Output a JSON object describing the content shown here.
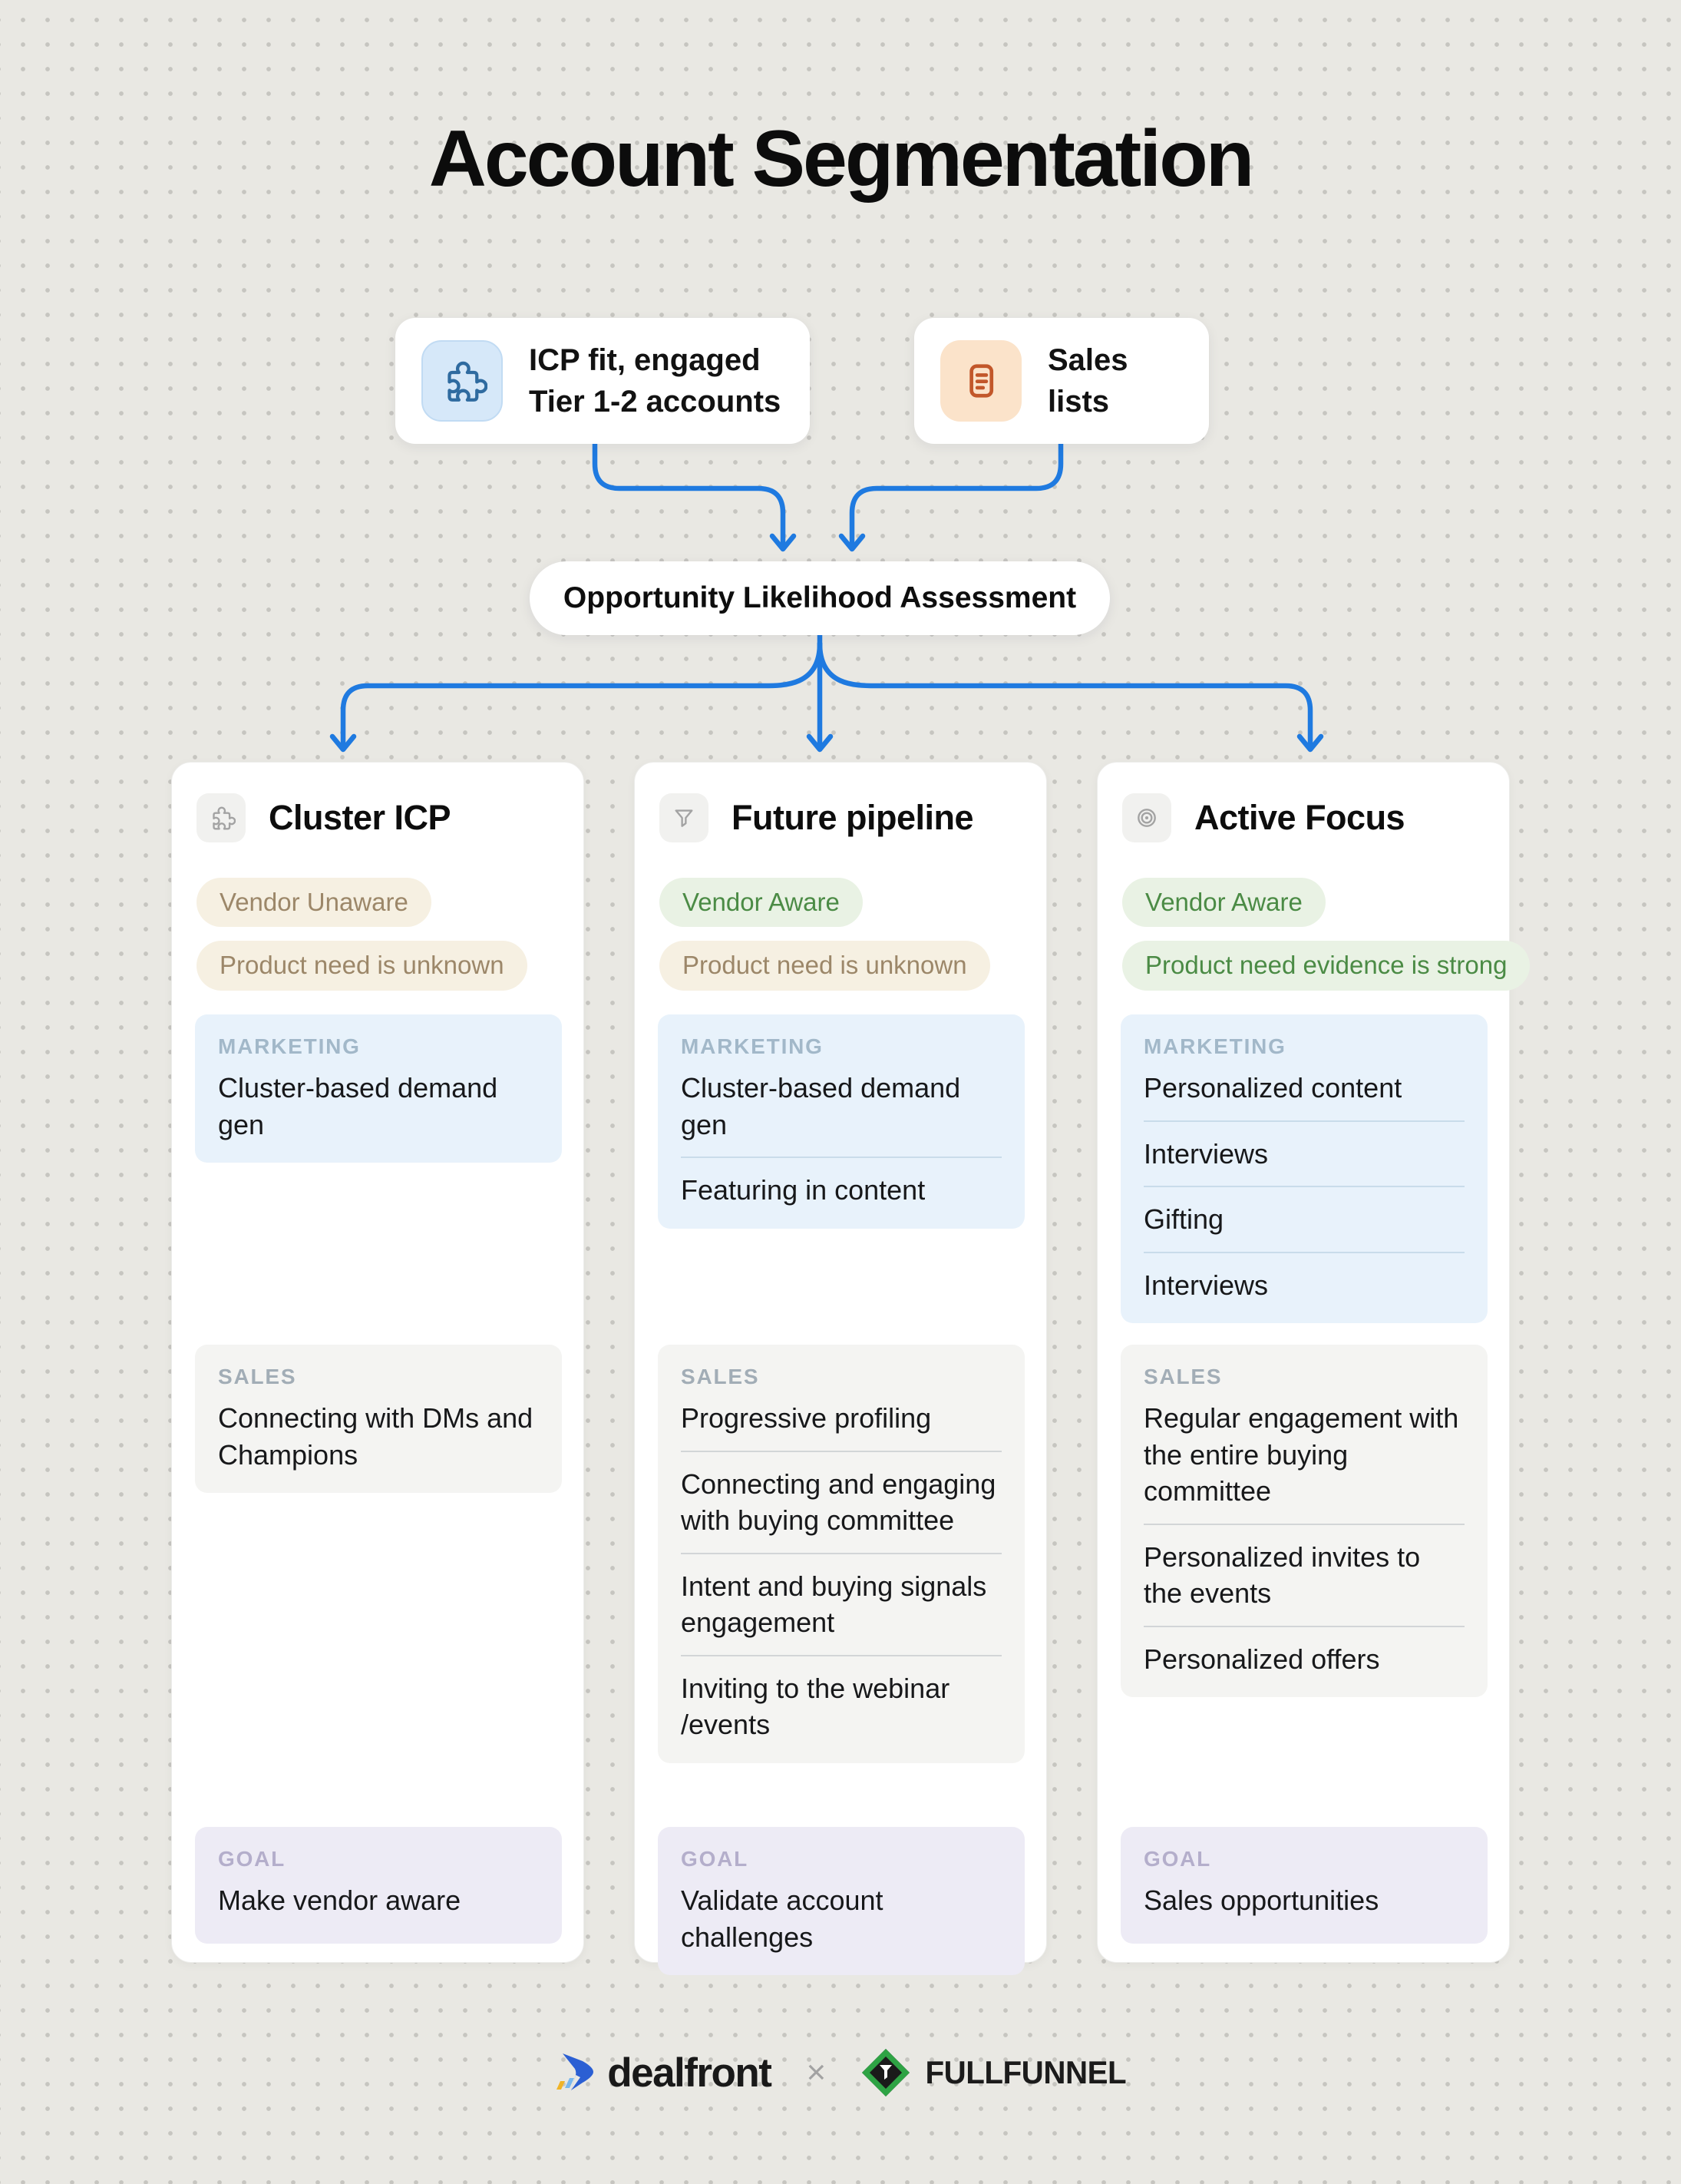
{
  "title": "Account Segmentation",
  "sources": {
    "icp": {
      "line1": "ICP fit, engaged",
      "line2": "Tier 1-2 accounts"
    },
    "sales_lists": {
      "label": "Sales lists"
    }
  },
  "assessment_label": "Opportunity Likelihood Assessment",
  "section_labels": {
    "marketing": "MARKETING",
    "sales": "SALES",
    "goal": "GOAL"
  },
  "columns": [
    {
      "title": "Cluster ICP",
      "icon": "puzzle-icon",
      "badges": [
        "Vendor Unaware",
        "Product need is unknown"
      ],
      "marketing_items": [
        "Cluster-based demand gen"
      ],
      "sales_items": [
        "Connecting with DMs and Champions"
      ],
      "goal": "Make vendor aware"
    },
    {
      "title": "Future pipeline",
      "icon": "funnel-icon",
      "badges": [
        "Vendor Aware",
        "Product need is unknown"
      ],
      "marketing_items": [
        "Cluster-based demand gen",
        "Featuring in content"
      ],
      "sales_items": [
        "Progressive profiling",
        "Connecting and engaging with buying committee",
        "Intent and buying signals engagement",
        "Inviting to the webinar /events"
      ],
      "goal": "Validate account challenges"
    },
    {
      "title": "Active Focus",
      "icon": "target-icon",
      "badges": [
        "Vendor Aware",
        "Product need evidence is strong"
      ],
      "marketing_items": [
        "Personalized content",
        "Interviews",
        "Gifting",
        "Interviews"
      ],
      "sales_items": [
        "Regular engagement with the entire buying committee",
        "Personalized invites to the events",
        "Personalized offers"
      ],
      "goal": "Sales opportunities"
    }
  ],
  "footer": {
    "brand_left": "dealfront",
    "separator": "×",
    "brand_right": "FULLFUNNEL"
  },
  "colors": {
    "background": "#e9e8e3",
    "arrow_blue": "#1f7ae0",
    "marketing_bg": "#e8f2fb",
    "sales_bg": "#f4f4f2",
    "goal_bg": "#edebf5",
    "badge_beige_bg": "#f6f0e2",
    "badge_beige_text": "#9c8769",
    "badge_green_bg": "#e9f2e4",
    "badge_green_text": "#4b8b45",
    "source_icon_blue": "#2f6ba0",
    "source_icon_orange": "#c2572a"
  }
}
